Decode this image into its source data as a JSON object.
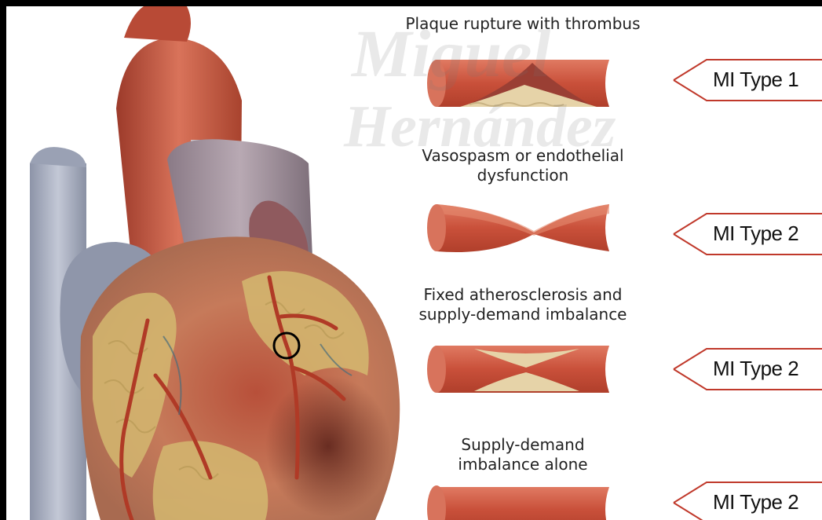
{
  "figure": {
    "watermark_line1": "Miguel",
    "watermark_line2": "Hernández"
  },
  "panels": [
    {
      "caption_lines": [
        "Plaque rupture with thrombus"
      ],
      "tag": "MI Type 1",
      "vessel_icon": "artery-plaque-rupture-thrombus-icon"
    },
    {
      "caption_lines": [
        "Vasospasm or endothelial",
        "dysfunction"
      ],
      "tag": "MI Type 2",
      "vessel_icon": "artery-vasospasm-icon"
    },
    {
      "caption_lines": [
        "Fixed atherosclerosis and",
        "supply-demand imbalance"
      ],
      "tag": "MI Type 2",
      "vessel_icon": "artery-fixed-stenosis-icon"
    },
    {
      "caption_lines": [
        "Supply-demand",
        "imbalance alone"
      ],
      "tag": "MI Type 2",
      "vessel_icon": "artery-normal-icon"
    }
  ],
  "colors": {
    "arrow_outline": "#c0392b",
    "vessel_wall": "#c9503a",
    "plaque": "#e6d3a8",
    "background": "#ffffff"
  }
}
